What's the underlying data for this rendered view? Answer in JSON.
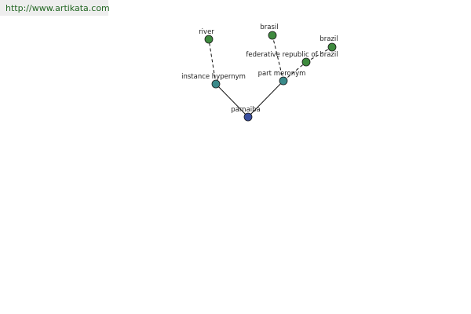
{
  "site": {
    "url": "http://www.artikata.com"
  },
  "graph": {
    "nodes": [
      {
        "id": "parnaiba",
        "label": "parnaiba",
        "color": "#3a4fa0"
      },
      {
        "id": "instance_hypernym",
        "label": "instance hypernym",
        "color": "#3a8a8a"
      },
      {
        "id": "part_meronym",
        "label": "part meronym",
        "color": "#3a8a8a"
      },
      {
        "id": "river",
        "label": "river",
        "color": "#3e8a3e"
      },
      {
        "id": "brasil",
        "label": "brasil",
        "color": "#3e8a3e"
      },
      {
        "id": "federative_republic_of_brazil",
        "label": "federative republic of brazil",
        "color": "#3e8a3e"
      },
      {
        "id": "brazil",
        "label": "brazil",
        "color": "#3e8a3e"
      }
    ],
    "edges": [
      {
        "from": "parnaiba",
        "to": "instance_hypernym",
        "style": "solid"
      },
      {
        "from": "parnaiba",
        "to": "part_meronym",
        "style": "solid"
      },
      {
        "from": "instance_hypernym",
        "to": "river",
        "style": "dashed"
      },
      {
        "from": "part_meronym",
        "to": "brasil",
        "style": "dashed"
      },
      {
        "from": "part_meronym",
        "to": "federative_republic_of_brazil",
        "style": "dashed"
      },
      {
        "from": "federative_republic_of_brazil",
        "to": "brazil",
        "style": "dashed"
      }
    ]
  }
}
